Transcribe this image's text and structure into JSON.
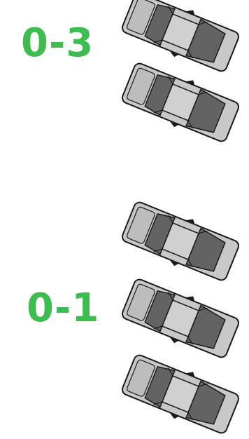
{
  "scores": {
    "top": "0-3",
    "bottom": "0-1"
  },
  "colors": {
    "score_green": "#3dbd4f",
    "car_body": "#c8c8c8",
    "car_dark": "#636363",
    "car_outline": "#1a1a1a"
  },
  "cars": {
    "top_group": 2,
    "bottom_group": 3
  },
  "icons": [
    "car-icon"
  ]
}
